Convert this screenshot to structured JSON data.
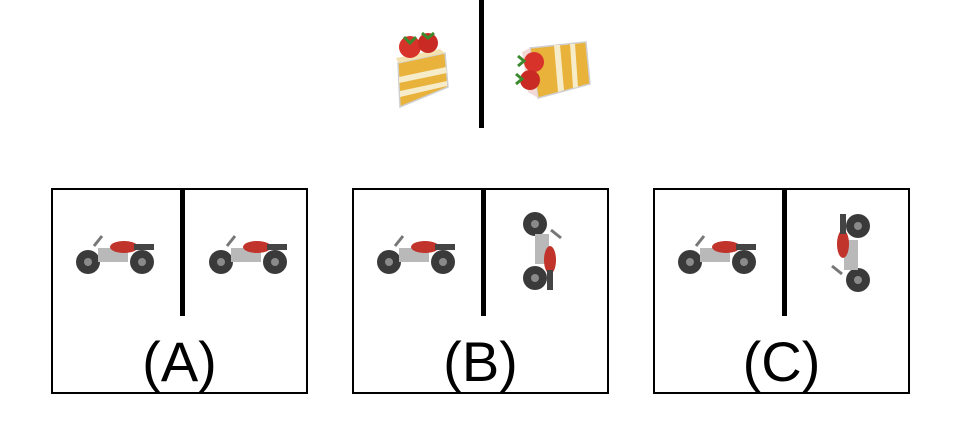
{
  "example": {
    "left_icon": "strawberry-cake-slice-icon",
    "right_icon": "strawberry-cake-slice-rotated-icon"
  },
  "options": [
    {
      "label": "(A)",
      "left_icon": "motorcycle-icon",
      "right_icon": "motorcycle-icon"
    },
    {
      "label": "(B)",
      "left_icon": "motorcycle-icon",
      "right_icon": "motorcycle-rotated-cw-icon"
    },
    {
      "label": "(C)",
      "left_icon": "motorcycle-icon",
      "right_icon": "motorcycle-rotated-ccw-icon"
    }
  ],
  "colors": {
    "cake": "#e9b23a",
    "cream": "#f6ecc9",
    "strawberry": "#d8332a",
    "wheel": "#3a3a3a",
    "frame": "#b9b9b9",
    "tank": "#c0342c"
  }
}
